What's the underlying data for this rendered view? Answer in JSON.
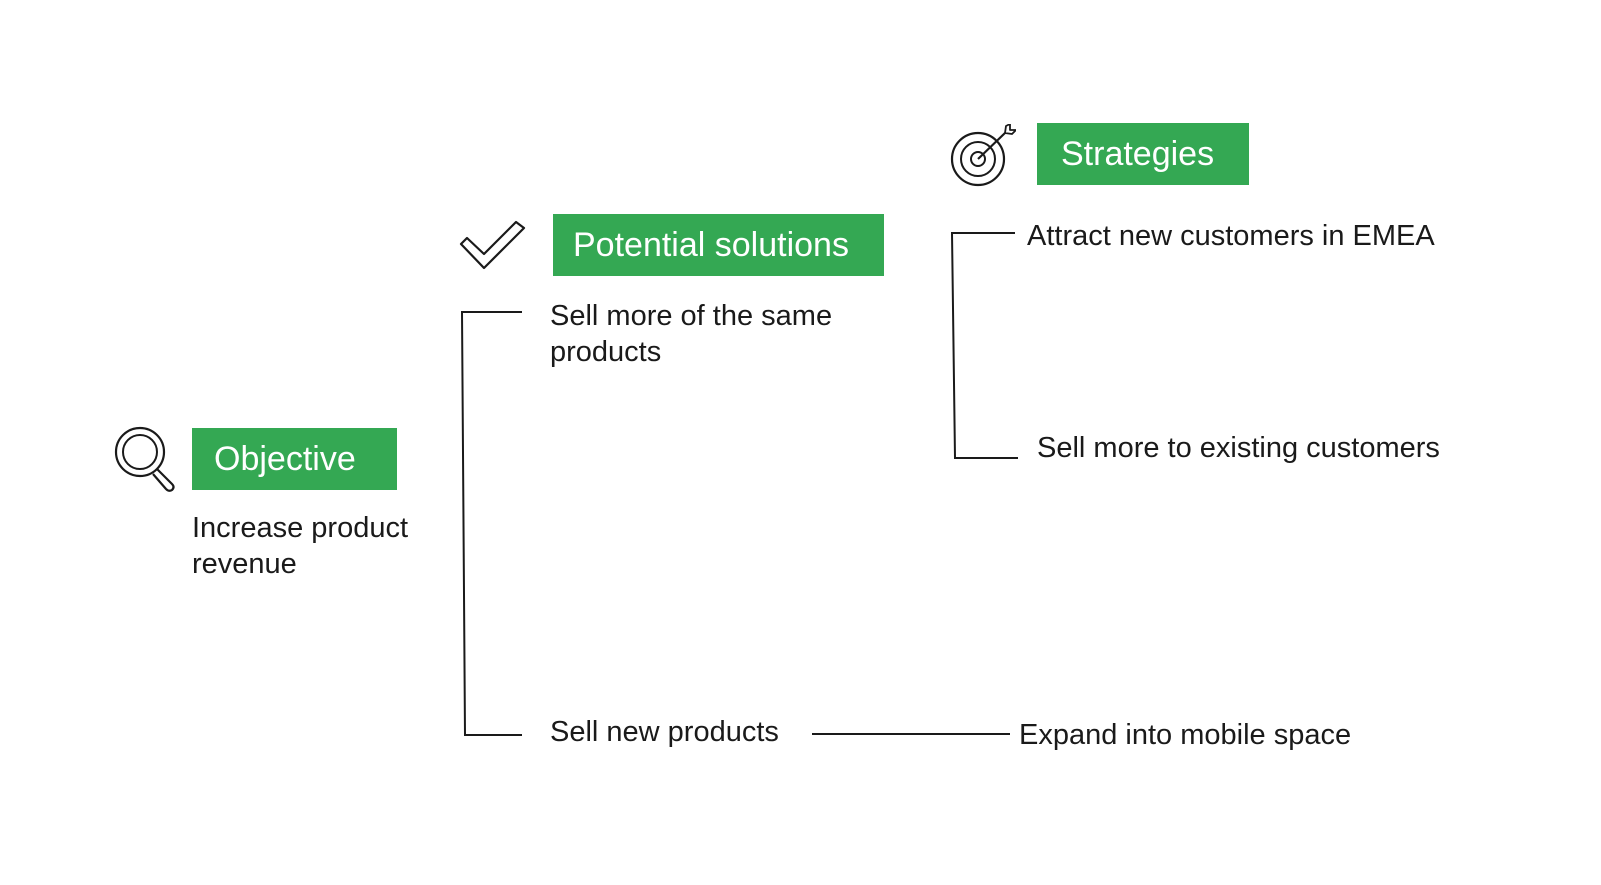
{
  "colors": {
    "badge_background": "#34a853",
    "badge_text": "#ffffff",
    "body_text": "#1a1a1a",
    "connector": "#1a1a1a"
  },
  "objective": {
    "icon": "magnifier-icon",
    "label": "Objective",
    "items": [
      {
        "line1": "Increase product",
        "line2": "revenue"
      }
    ]
  },
  "solutions": {
    "icon": "checkmark-icon",
    "label": "Potential solutions",
    "items": [
      {
        "line1": "Sell more of the same",
        "line2": "products"
      },
      {
        "line1": "Sell new products"
      }
    ]
  },
  "strategies": {
    "icon": "target-icon",
    "label": "Strategies",
    "items": [
      {
        "line1": "Attract new customers in EMEA"
      },
      {
        "line1": "Sell more to existing customers"
      },
      {
        "line1": "Expand into mobile space"
      }
    ]
  }
}
